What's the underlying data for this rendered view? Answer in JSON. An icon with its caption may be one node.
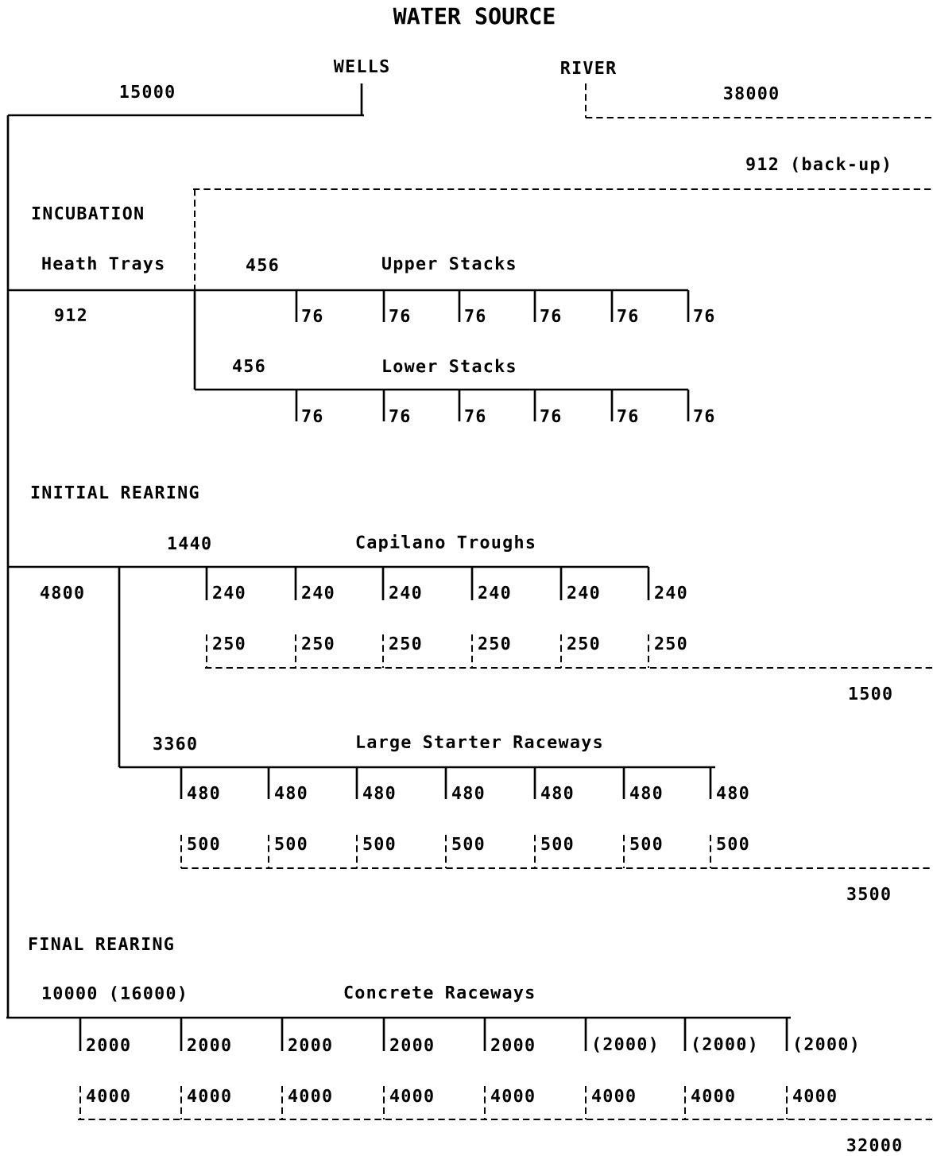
{
  "diagram": {
    "title": "WATER SOURCE",
    "labels": [
      "WELLS",
      "RIVER",
      "15000",
      "38000",
      "912 (back-up)",
      "INCUBATION",
      "Heath Trays",
      "456",
      "Upper Stacks",
      "912",
      "76",
      "76",
      "76",
      "76",
      "76",
      "76",
      "456",
      "Lower Stacks",
      "76",
      "76",
      "76",
      "76",
      "76",
      "76",
      "INITIAL REARING",
      "1440",
      "Capilano Troughs",
      "4800",
      "240",
      "240",
      "240",
      "240",
      "240",
      "240",
      "250",
      "250",
      "250",
      "250",
      "250",
      "250",
      "1500",
      "3360",
      "Large Starter Raceways",
      "480",
      "480",
      "480",
      "480",
      "480",
      "480",
      "480",
      "500",
      "500",
      "500",
      "500",
      "500",
      "500",
      "500",
      "3500",
      "FINAL REARING",
      "10000 (16000)",
      "Concrete Raceways",
      "2000",
      "2000",
      "2000",
      "2000",
      "2000",
      "(2000)",
      "(2000)",
      "(2000)",
      "4000",
      "4000",
      "4000",
      "4000",
      "4000",
      "4000",
      "4000",
      "4000",
      "32000"
    ]
  }
}
